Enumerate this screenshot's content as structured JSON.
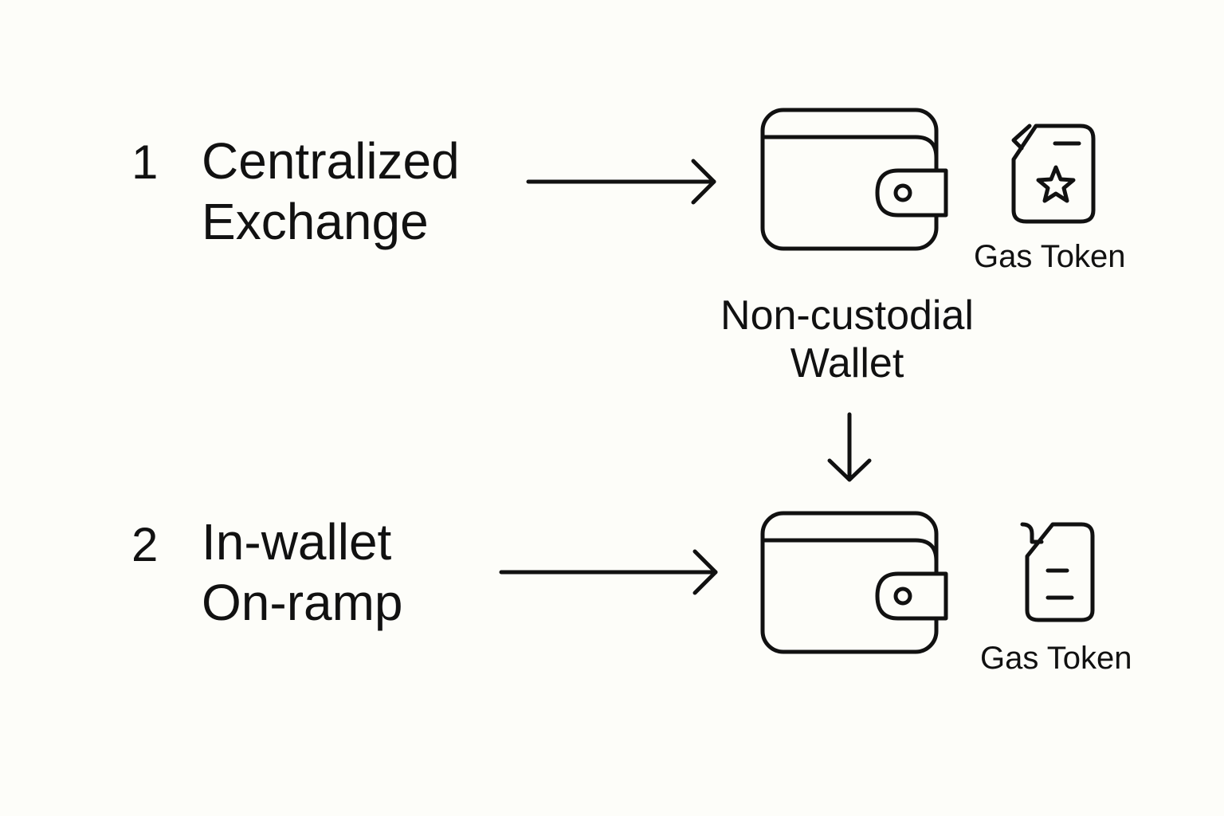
{
  "steps": [
    {
      "number": "1",
      "title_lines": [
        "Centralized",
        "Exchange"
      ],
      "wallet_icon": "wallet-icon",
      "token_icon": "gas-can-star-icon",
      "token_label": "Gas Token"
    },
    {
      "number": "2",
      "title_lines": [
        "In-wallet",
        "On-ramp"
      ],
      "wallet_icon": "wallet-icon",
      "token_icon": "gas-can-lines-icon",
      "token_label": "Gas Token"
    }
  ],
  "wallet_label_lines": [
    "Non-custodial",
    "Wallet"
  ],
  "colors": {
    "background": "#fdfdf9",
    "ink": "#111111"
  }
}
